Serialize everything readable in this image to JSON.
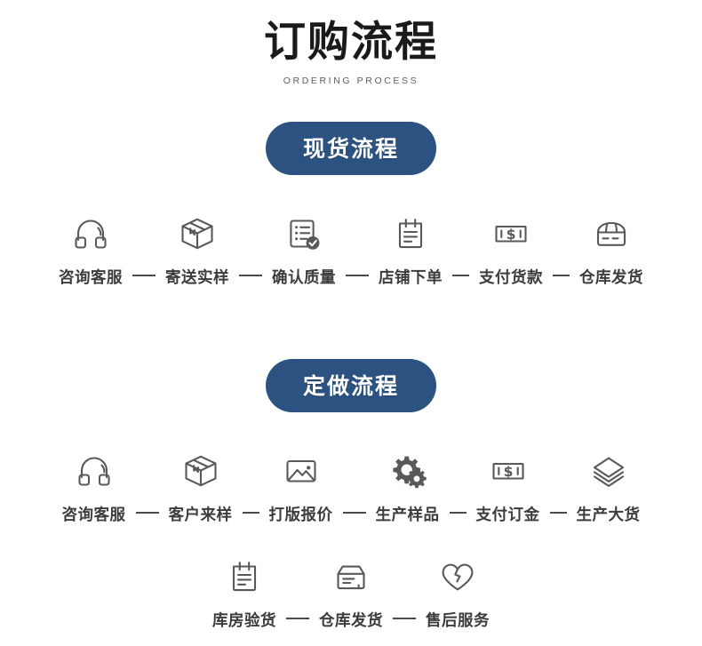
{
  "header": {
    "title": "订购流程",
    "subtitle": "ORDERING PROCESS"
  },
  "theme": {
    "pill_bg": "#2b5280",
    "icon_stroke": "#595959",
    "text_color": "#3c3c3c",
    "background": "#ffffff"
  },
  "sections": [
    {
      "pill_label": "现货流程",
      "rows": [
        {
          "steps": [
            {
              "label": "咨询客服",
              "icon": "headset-icon"
            },
            {
              "label": "寄送实样",
              "icon": "package-box-icon"
            },
            {
              "label": "确认质量",
              "icon": "checklist-document-icon"
            },
            {
              "label": "店铺下单",
              "icon": "clipboard-notepad-icon"
            },
            {
              "label": "支付货款",
              "icon": "money-bill-icon"
            },
            {
              "label": "仓库发货",
              "icon": "carton-box-icon"
            }
          ]
        }
      ]
    },
    {
      "pill_label": "定做流程",
      "rows": [
        {
          "steps": [
            {
              "label": "咨询客服",
              "icon": "headset-icon"
            },
            {
              "label": "客户来样",
              "icon": "package-box-icon"
            },
            {
              "label": "打版报价",
              "icon": "picture-image-icon"
            },
            {
              "label": "生产样品",
              "icon": "gears-icon"
            },
            {
              "label": "支付订金",
              "icon": "money-bill-icon"
            },
            {
              "label": "生产大货",
              "icon": "layers-stack-icon"
            }
          ]
        },
        {
          "steps": [
            {
              "label": "库房验货",
              "icon": "clipboard-notepad-icon"
            },
            {
              "label": "仓库发货",
              "icon": "shipping-box-icon"
            },
            {
              "label": "售后服务",
              "icon": "heart-icon"
            }
          ]
        }
      ]
    }
  ]
}
